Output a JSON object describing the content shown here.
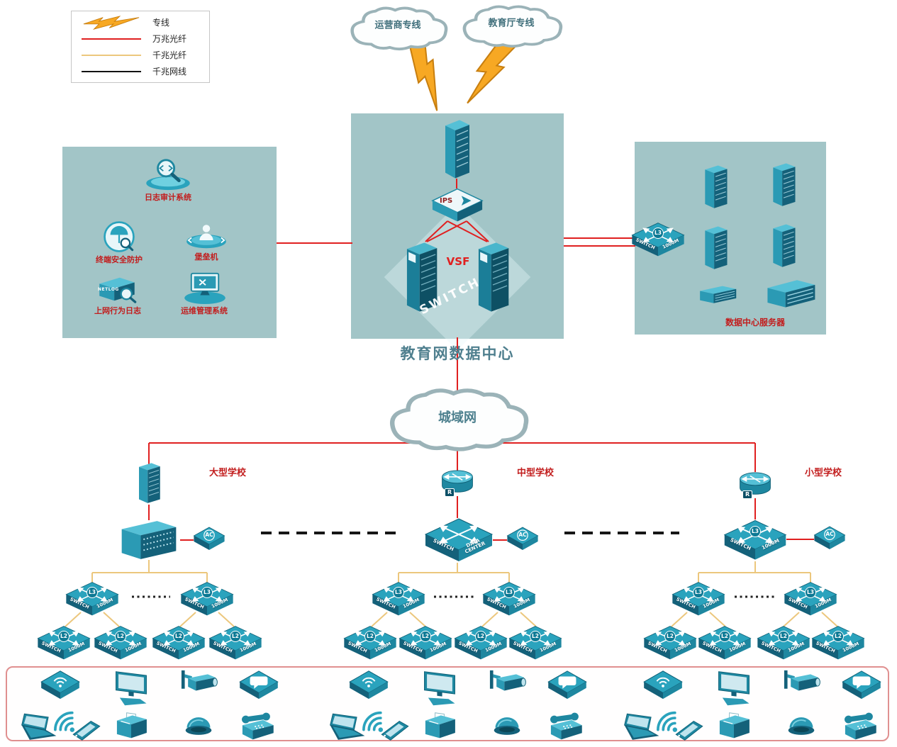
{
  "legend": {
    "items": [
      {
        "label": "专线"
      },
      {
        "label": "万兆光纤"
      },
      {
        "label": "千兆光纤"
      },
      {
        "label": "千兆网线"
      }
    ]
  },
  "clouds": {
    "carrier": "运营商专线",
    "education": "教育厅专线",
    "man": "城域网"
  },
  "center": {
    "title": "教育网数据中心",
    "vsf": "VSF",
    "ips": "IPS"
  },
  "security": {
    "audit": "日志审计系统",
    "endpoint": "终端安全防护",
    "bastion": "堡垒机",
    "netlog_badge": "NETLOG",
    "netlog": "上网行为日志",
    "ops": "运维管理系统"
  },
  "servers": {
    "label": "数据中心服务器"
  },
  "schools": {
    "large": "大型学校",
    "medium": "中型学校",
    "small": "小型学校"
  },
  "labels": {
    "switch_word": "SWITCH",
    "speed": "1000M",
    "data_center": "DATA CENTER",
    "l3": "L3",
    "l2": "L2",
    "ac": "AC",
    "router": "R"
  },
  "colors": {
    "dedicated_line": "#f7a823",
    "fiber_10g": "#e02020",
    "fiber_1g": "#ecc77d",
    "cable_1g": "#111111",
    "device_teal": "#2aa3bd",
    "panel_teal": "#a2c5c7"
  }
}
